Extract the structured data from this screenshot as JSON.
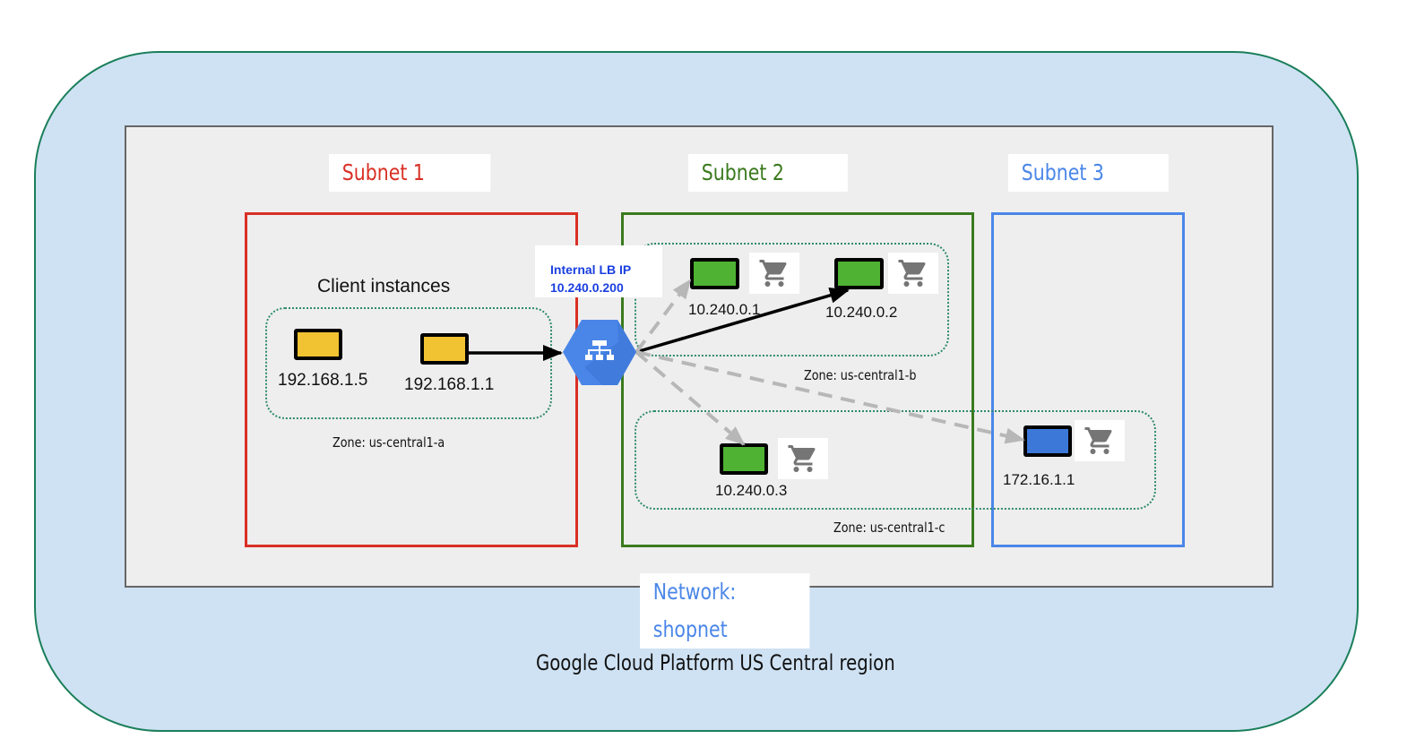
{
  "region": {
    "label": "Google Cloud Platform  US Central region"
  },
  "network": {
    "label": "Network: shopnet"
  },
  "subnets": [
    {
      "label": "Subnet 1",
      "color": "#d93025"
    },
    {
      "label": "Subnet 2",
      "color": "#3b7a1e"
    },
    {
      "label": "Subnet 3",
      "color": "#4a86e8"
    }
  ],
  "client_group_label": "Client instances",
  "zones": [
    {
      "label": "Zone: us-central1-a"
    },
    {
      "label": "Zone: us-central1-b"
    },
    {
      "label": "Zone: us-central1-c"
    }
  ],
  "load_balancer": {
    "label_line1": "Internal LB IP",
    "label_line2": "10.240.0.200",
    "icon": "load-balancer-icon",
    "color": "#4a86e8"
  },
  "instances": [
    {
      "ip": "192.168.1.5",
      "role": "client",
      "color": "#f1c232"
    },
    {
      "ip": "192.168.1.1",
      "role": "client",
      "color": "#f1c232"
    },
    {
      "ip": "10.240.0.1",
      "role": "backend",
      "color": "#4fb233",
      "icon": "shopping-cart-icon"
    },
    {
      "ip": "10.240.0.2",
      "role": "backend",
      "color": "#4fb233",
      "icon": "shopping-cart-icon"
    },
    {
      "ip": "10.240.0.3",
      "role": "backend",
      "color": "#4fb233",
      "icon": "shopping-cart-icon"
    },
    {
      "ip": "172.16.1.1",
      "role": "backend",
      "color": "#3c78d8",
      "icon": "shopping-cart-icon"
    }
  ],
  "connections": [
    {
      "from": "192.168.1.1",
      "to": "10.240.0.200",
      "style": "solid"
    },
    {
      "from": "10.240.0.200",
      "to": "10.240.0.2",
      "style": "solid"
    },
    {
      "from": "10.240.0.200",
      "to": "10.240.0.1",
      "style": "dashed"
    },
    {
      "from": "10.240.0.200",
      "to": "10.240.0.3",
      "style": "dashed"
    },
    {
      "from": "10.240.0.200",
      "to": "172.16.1.1",
      "style": "dashed"
    }
  ]
}
